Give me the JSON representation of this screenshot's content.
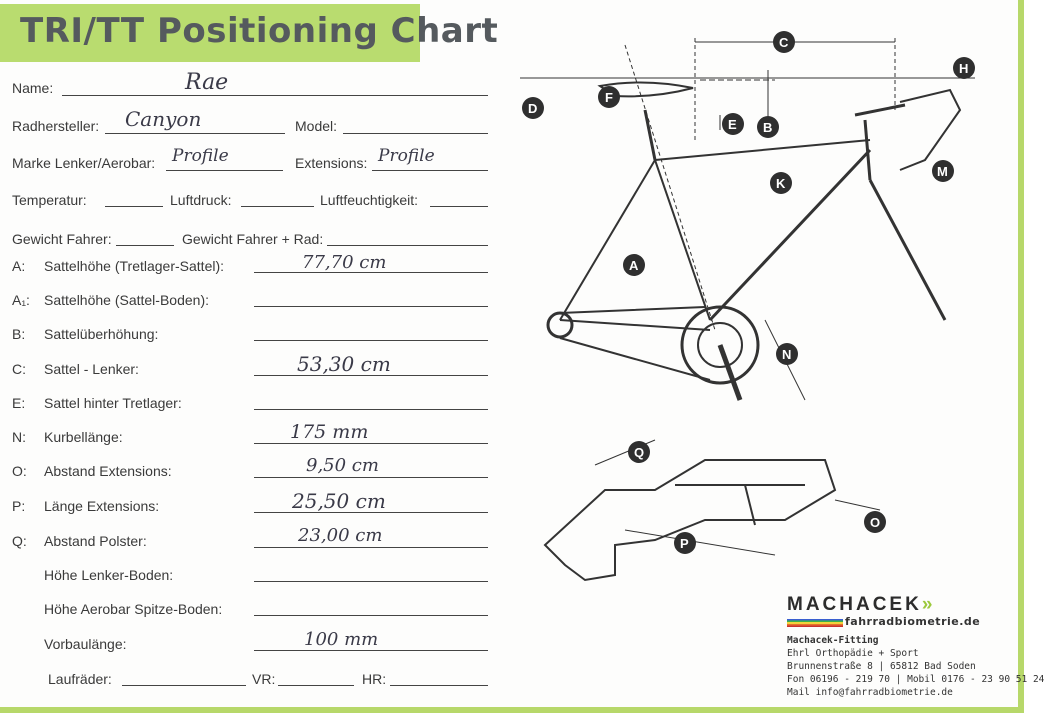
{
  "title": "TRI/TT Positioning Chart",
  "fields": {
    "name": {
      "label": "Name:",
      "value": "Rae"
    },
    "manufacturer": {
      "label": "Radhersteller:",
      "value": "Canyon"
    },
    "model": {
      "label": "Model:",
      "value": ""
    },
    "aerobar_brand": {
      "label": "Marke Lenker/Aerobar:",
      "value": "Profile"
    },
    "extensions": {
      "label": "Extensions:",
      "value": "Profile"
    },
    "temperature": {
      "label": "Temperatur:",
      "value": ""
    },
    "air_pressure": {
      "label": "Luftdruck:",
      "value": ""
    },
    "humidity": {
      "label": "Luftfeuchtigkeit:",
      "value": ""
    },
    "rider_weight": {
      "label": "Gewicht Fahrer:",
      "value": ""
    },
    "rider_bike_weight": {
      "label": "Gewicht Fahrer + Rad:",
      "value": ""
    }
  },
  "measurements": [
    {
      "letter": "A:",
      "label": "Sattelhöhe (Tretlager-Sattel):",
      "value": "77,70 cm"
    },
    {
      "letter": "A₁:",
      "label": "Sattelhöhe (Sattel-Boden):",
      "value": ""
    },
    {
      "letter": "B:",
      "label": "Sattelüberhöhung:",
      "value": ""
    },
    {
      "letter": "C:",
      "label": "Sattel - Lenker:",
      "value": "53,30 cm"
    },
    {
      "letter": "E:",
      "label": "Sattel hinter Tretlager:",
      "value": ""
    },
    {
      "letter": "N:",
      "label": "Kurbellänge:",
      "value": "175 mm"
    },
    {
      "letter": "O:",
      "label": "Abstand Extensions:",
      "value": "9,50 cm"
    },
    {
      "letter": "P:",
      "label": "Länge Extensions:",
      "value": "25,50 cm"
    },
    {
      "letter": "Q:",
      "label": "Abstand Polster:",
      "value": "23,00 cm"
    },
    {
      "letter": "",
      "label": "Höhe Lenker-Boden:",
      "value": ""
    },
    {
      "letter": "",
      "label": "Höhe Aerobar Spitze-Boden:",
      "value": ""
    },
    {
      "letter": "",
      "label": "Vorbaulänge:",
      "value": "100 mm"
    }
  ],
  "wheels": {
    "label": "Laufräder:",
    "front_label": "VR:",
    "rear_label": "HR:"
  },
  "diagram_labels": [
    "A",
    "B",
    "C",
    "D",
    "E",
    "F",
    "H",
    "K",
    "M",
    "N",
    "O",
    "P",
    "Q"
  ],
  "logo": {
    "brand": "MACHACEK",
    "chevron": "»",
    "site": "fahrradbiometrie.de",
    "company": "Machacek-Fitting",
    "line2": "Ehrl Orthopädie + Sport",
    "line3": "Brunnenstraße 8 | 65812 Bad Soden",
    "line4": "Fon 06196 - 219 70 | Mobil 0176 - 23 90 51 24",
    "line5": "Mail info@fahrradbiometrie.de"
  },
  "colors": {
    "accent": "#b9dc6f",
    "badge": "#2f2f2f"
  }
}
